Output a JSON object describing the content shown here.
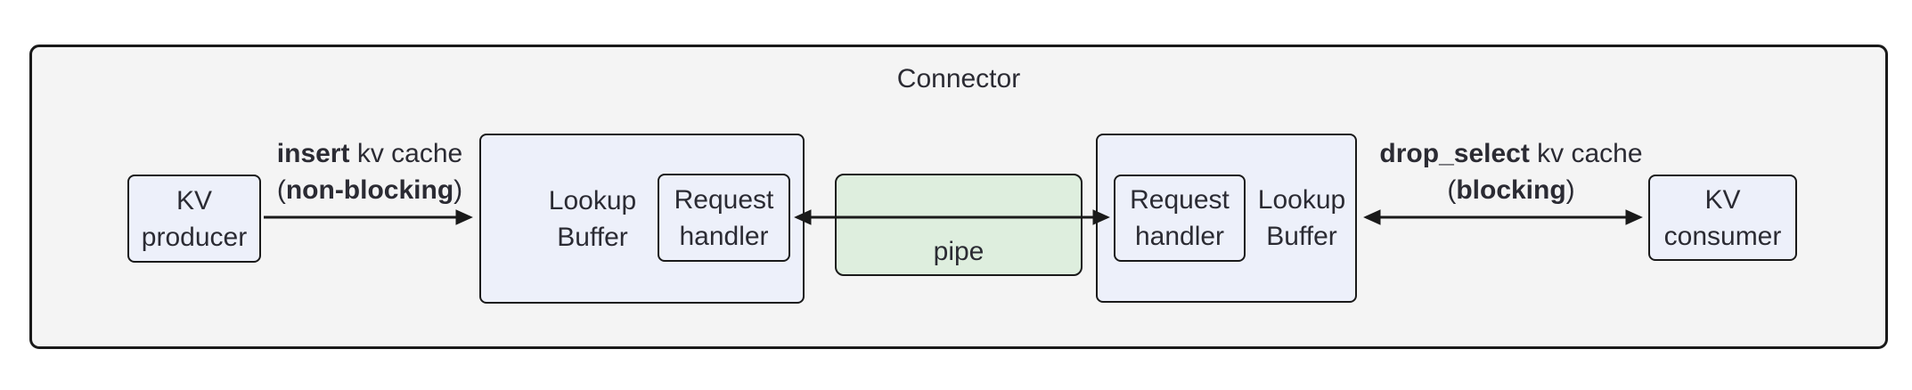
{
  "title": "Connector",
  "nodes": {
    "kv_producer": "KV\nproducer",
    "lookup_buffer_left": "Lookup\nBuffer",
    "request_handler_left": "Request\nhandler",
    "pipe": "pipe",
    "request_handler_right": "Request\nhandler",
    "lookup_buffer_right": "Lookup\nBuffer",
    "kv_consumer": "KV\nconsumer"
  },
  "edges": {
    "insert": {
      "line1_bold": "insert",
      "line1_rest": " kv cache",
      "line2_pre": "(",
      "line2_bold": "non-blocking",
      "line2_post": ")"
    },
    "drop_select": {
      "line1_bold": "drop_select",
      "line1_rest": " kv cache",
      "line2_pre": "(",
      "line2_bold": "blocking",
      "line2_post": ")"
    }
  },
  "colors": {
    "container_fill": "#f4f4f4",
    "node_fill": "#edf0fa",
    "pipe_fill": "#deeede",
    "border": "#1a1a1a",
    "text": "#2b2b33"
  }
}
